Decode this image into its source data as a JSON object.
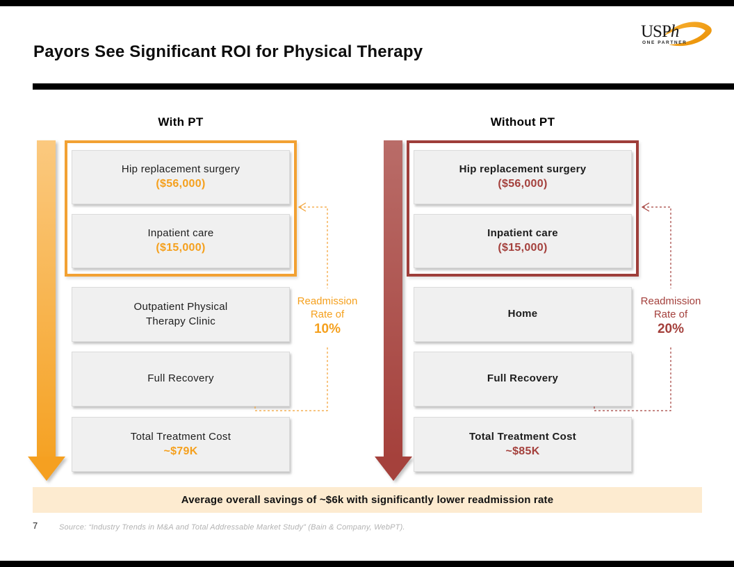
{
  "page": {
    "title": "Payors See Significant ROI for Physical Therapy",
    "page_number": "7",
    "source_text": "Source: “Industry Trends in M&A and Total Addressable Market Study” (Bain & Company, WebPT).",
    "banner_text": "Average overall savings of ~$6k with significantly lower readmission rate"
  },
  "logo": {
    "text_main": "USP",
    "text_italic": "h",
    "tagline": "ONE PARTNER",
    "swoosh_color": "#F6A01E"
  },
  "colors": {
    "with_accent": "#F2A133",
    "with_value": "#F5A01D",
    "without_accent": "#9E3E3A",
    "without_value": "#A4403C",
    "box_fill": "#F0F0F0",
    "banner_fill": "#FDEBD0"
  },
  "with_pt": {
    "header": "With PT",
    "group_boxes": [
      {
        "label": "Hip replacement surgery",
        "value": "($56,000)"
      },
      {
        "label": "Inpatient care",
        "value": "($15,000)"
      }
    ],
    "boxes": [
      {
        "label": "Outpatient Physical\nTherapy Clinic"
      },
      {
        "label": "Full Recovery"
      },
      {
        "label": "Total Treatment Cost",
        "value": "~$79K"
      }
    ],
    "readmission": {
      "line1": "Readmission",
      "line2": "Rate of",
      "rate": "10%"
    }
  },
  "without_pt": {
    "header": "Without PT",
    "group_boxes": [
      {
        "label": "Hip replacement surgery",
        "value": "($56,000)"
      },
      {
        "label": "Inpatient care",
        "value": "($15,000)"
      }
    ],
    "boxes": [
      {
        "label": "Home"
      },
      {
        "label": "Full Recovery"
      },
      {
        "label": "Total Treatment Cost",
        "value": "~$85K"
      }
    ],
    "readmission": {
      "line1": "Readmission",
      "line2": "Rate of",
      "rate": "20%"
    }
  }
}
